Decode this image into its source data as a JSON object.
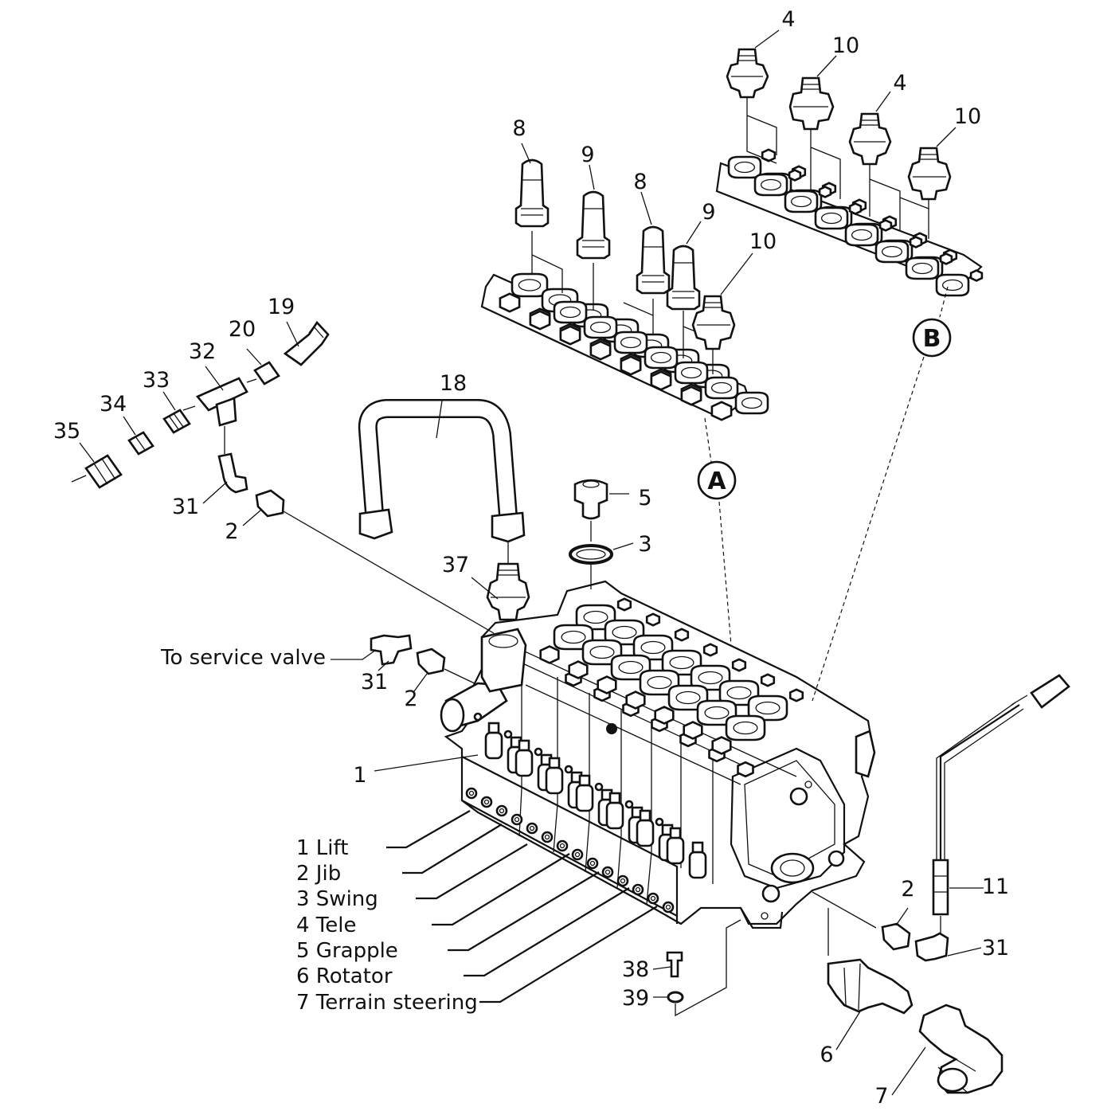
{
  "callouts": {
    "c4a": "4",
    "c10a": "10",
    "c4b": "4",
    "c10b": "10",
    "c8a": "8",
    "c9a": "9",
    "c8b": "8",
    "c9b": "9",
    "c10c": "10",
    "c19": "19",
    "c20": "20",
    "c32": "32",
    "c33": "33",
    "c34": "34",
    "c35": "35",
    "c18": "18",
    "c31a": "31",
    "c2a": "2",
    "c5": "5",
    "c3": "3",
    "c37": "37",
    "c31b": "31",
    "c2b": "2",
    "c1": "1",
    "c2c": "2",
    "c11": "11",
    "c31c": "31",
    "c38": "38",
    "c39": "39",
    "c6": "6",
    "c7": "7"
  },
  "sections": {
    "a": "A",
    "b": "B"
  },
  "service_label": "To service valve",
  "legend": [
    "1 Lift",
    "2 Jib",
    "3 Swing",
    "4 Tele",
    "5 Grapple",
    "6 Rotator",
    "7 Terrain steering"
  ]
}
